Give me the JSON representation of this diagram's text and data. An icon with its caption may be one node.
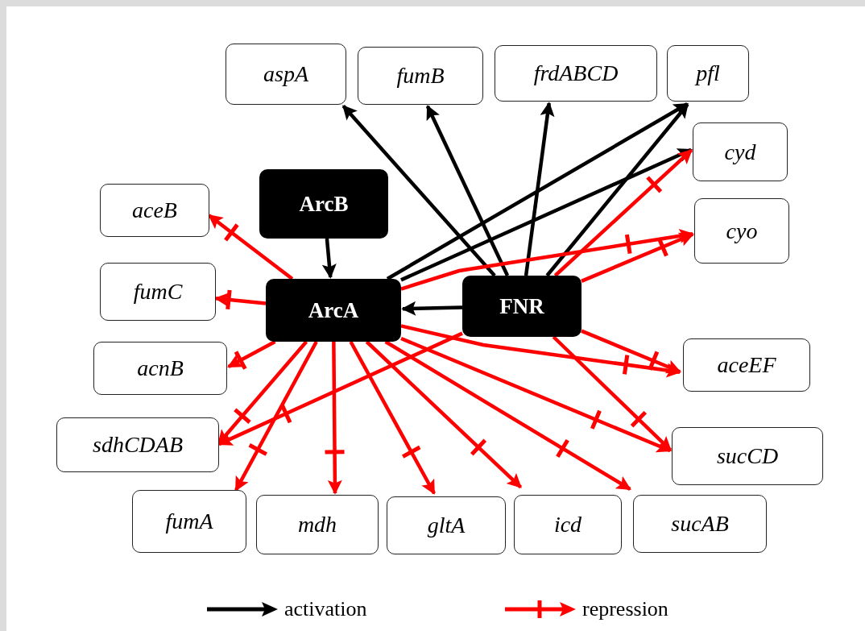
{
  "diagram": {
    "nodes": [
      {
        "text": [
          "aspA"
        ]
      },
      {
        "text": [
          "fumB"
        ]
      },
      {
        "text": [
          "frdABCD"
        ]
      },
      {
        "text": [
          "pfl"
        ]
      },
      {
        "text": [
          "cyd"
        ]
      },
      {
        "text": [
          "ArcB"
        ]
      },
      {
        "text": [
          "aceB"
        ]
      },
      {
        "text": [
          "cyo"
        ]
      },
      {
        "text": [
          "fumC"
        ]
      },
      {
        "text": [
          "ArcA"
        ]
      },
      {
        "text": [
          "FNR"
        ]
      },
      {
        "text": [
          "acnB"
        ]
      },
      {
        "text": [
          "aceEF"
        ]
      },
      {
        "text": [
          "sdhCDAB"
        ]
      },
      {
        "text": [
          "sucCD"
        ]
      },
      {
        "text": [
          "fumA"
        ]
      },
      {
        "text": [
          "mdh"
        ]
      },
      {
        "text": [
          "gltA"
        ]
      },
      {
        "text": [
          "icd"
        ]
      },
      {
        "text": [
          "sucAB"
        ]
      }
    ],
    "edges": [
      {
        "from": 5,
        "to": 9,
        "arrow": "to",
        "color": "#000000"
      },
      {
        "from": 10,
        "to": 9,
        "arrow": "to",
        "color": "#000000"
      },
      {
        "from": 10,
        "to": 0,
        "arrow": "to",
        "color": "#000000"
      },
      {
        "from": 10,
        "to": 1,
        "arrow": "to",
        "color": "#000000"
      },
      {
        "from": 10,
        "to": 2,
        "arrow": "to",
        "color": "#000000"
      },
      {
        "from": 10,
        "to": 3,
        "arrow": "to",
        "color": "#000000"
      },
      {
        "from": 9,
        "to": 3,
        "arrow": "to",
        "color": "#000000"
      },
      {
        "from": 9,
        "to": 4,
        "arrow": "to",
        "color": "#000000"
      },
      {
        "from": 9,
        "to": 6,
        "arrow": "to",
        "color": "#ff0000"
      },
      {
        "from": 9,
        "to": 8,
        "arrow": "to",
        "color": "#ff0000"
      },
      {
        "from": 9,
        "to": 11,
        "arrow": "to",
        "color": "#ff0000"
      },
      {
        "from": 9,
        "to": 13,
        "arrow": "to",
        "color": "#ff0000"
      },
      {
        "from": 9,
        "to": 15,
        "arrow": "to",
        "color": "#ff0000"
      },
      {
        "from": 9,
        "to": 16,
        "arrow": "to",
        "color": "#ff0000"
      },
      {
        "from": 9,
        "to": 17,
        "arrow": "to",
        "color": "#ff0000"
      },
      {
        "from": 9,
        "to": 18,
        "arrow": "to",
        "color": "#ff0000"
      },
      {
        "from": 9,
        "to": 19,
        "arrow": "to",
        "color": "#ff0000"
      },
      {
        "from": 9,
        "to": 14,
        "arrow": "to",
        "color": "#ff0000"
      },
      {
        "from": 9,
        "to": 12,
        "arrow": "to",
        "color": "#ff0000"
      },
      {
        "from": 9,
        "to": 7,
        "arrow": "to",
        "color": "#ff0000"
      },
      {
        "from": 10,
        "to": 4,
        "arrow": "to",
        "color": "#ff0000"
      },
      {
        "from": 10,
        "to": 7,
        "arrow": "to",
        "color": "#ff0000"
      },
      {
        "from": 10,
        "to": 12,
        "arrow": "to",
        "color": "#ff0000"
      },
      {
        "from": 10,
        "to": 14,
        "arrow": "to",
        "color": "#ff0000"
      },
      {
        "from": 10,
        "to": 13,
        "arrow": "to",
        "color": "#ff0000"
      }
    ],
    "legend": [
      {
        "text": "activation"
      },
      {
        "text": "repression"
      }
    ]
  }
}
